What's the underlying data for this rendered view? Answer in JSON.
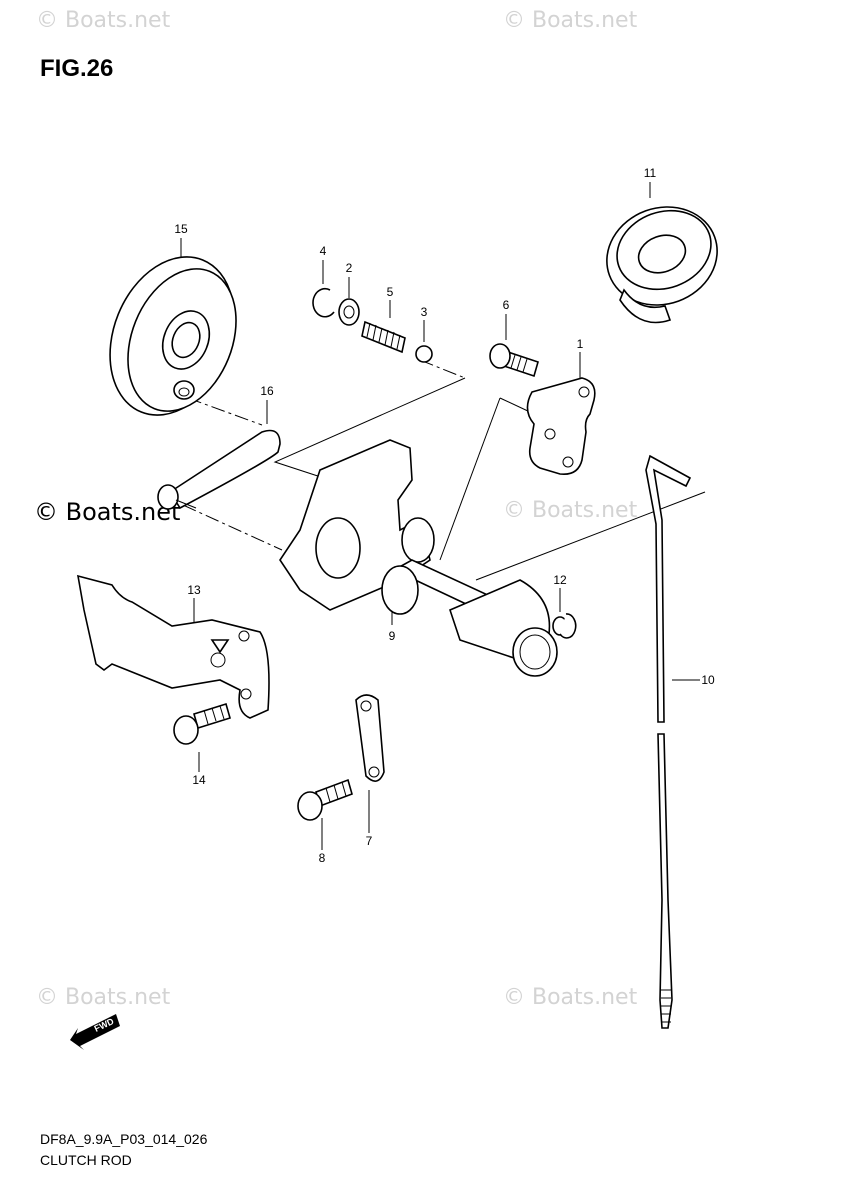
{
  "figure": {
    "title": "FIG.26",
    "code": "DF8A_9.9A_P03_014_026",
    "name": "CLUTCH ROD"
  },
  "watermark": {
    "text": "© Boats.net",
    "color": "#d3d3d3"
  },
  "fwd_badge": {
    "text": "FWD",
    "icon": "fwd-arrow-icon"
  },
  "callouts": [
    {
      "id": "1",
      "part": "plate"
    },
    {
      "id": "2",
      "part": "washer"
    },
    {
      "id": "3",
      "part": "ball"
    },
    {
      "id": "4",
      "part": "snap-ring"
    },
    {
      "id": "5",
      "part": "spring"
    },
    {
      "id": "6",
      "part": "bolt"
    },
    {
      "id": "7",
      "part": "link-plate"
    },
    {
      "id": "8",
      "part": "bolt"
    },
    {
      "id": "9",
      "part": "clutch-shaft"
    },
    {
      "id": "10",
      "part": "clutch-rod"
    },
    {
      "id": "11",
      "part": "grommet"
    },
    {
      "id": "12",
      "part": "clip"
    },
    {
      "id": "13",
      "part": "bracket"
    },
    {
      "id": "14",
      "part": "bolt"
    },
    {
      "id": "15",
      "part": "pulley"
    },
    {
      "id": "16",
      "part": "lever"
    }
  ]
}
